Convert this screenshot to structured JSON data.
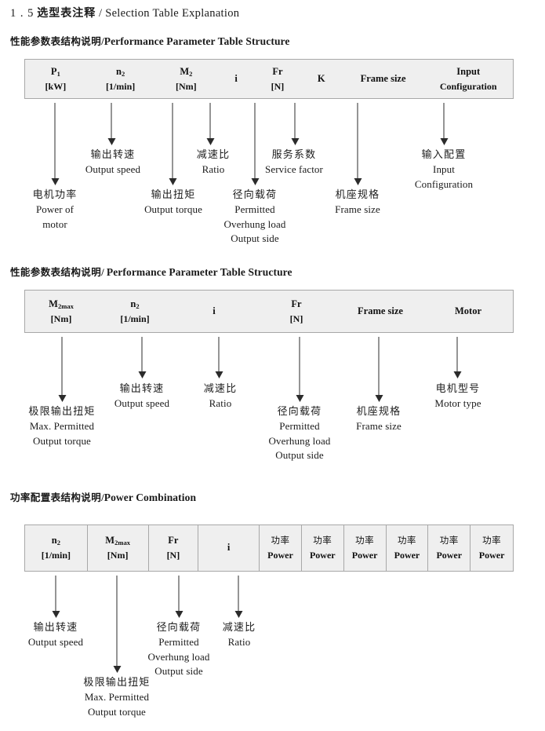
{
  "document": {
    "section_number": "1 . 5",
    "title_cn": "选型表注释",
    "title_sep": "/",
    "title_en": "Selection Table Explanation"
  },
  "sections": [
    {
      "heading_cn": "性能参数表结构说明",
      "heading_sep": "/",
      "heading_en": "Performance Parameter Table Structure",
      "table": {
        "ruled": false,
        "columns": [
          {
            "line1": "P",
            "sub1": "1",
            "line2": "[kW]"
          },
          {
            "line1": "n",
            "sub1": "2",
            "line2": "[1/min]"
          },
          {
            "line1": "M",
            "sub1": "2",
            "line2": "[Nm]"
          },
          {
            "line1": "i",
            "sub1": "",
            "line2": ""
          },
          {
            "line1": "Fr",
            "sub1": "",
            "line2": "[N]"
          },
          {
            "line1": "K",
            "sub1": "",
            "line2": ""
          },
          {
            "line1": "Frame size",
            "sub1": "",
            "line2": ""
          },
          {
            "line1": "Input",
            "sub1": "",
            "line2": "Configuration"
          }
        ]
      },
      "annotations": [
        {
          "cn": "电机功率",
          "en": [
            "Power of",
            "motor"
          ]
        },
        {
          "cn": "输出转速",
          "en": [
            "Output speed"
          ]
        },
        {
          "cn": "输出扭矩",
          "en": [
            "Output torque"
          ]
        },
        {
          "cn": "减速比",
          "en": [
            "Ratio"
          ]
        },
        {
          "cn": "径向载荷",
          "en": [
            "Permitted",
            "Overhung load",
            "Output side"
          ]
        },
        {
          "cn": "服务系数",
          "en": [
            "Service factor"
          ]
        },
        {
          "cn": "机座规格",
          "en": [
            "Frame size"
          ]
        },
        {
          "cn": "输入配置",
          "en": [
            "Input",
            "Configuration"
          ]
        }
      ]
    },
    {
      "heading_cn": "性能参数表结构说明",
      "heading_sep": "/",
      "heading_en": "Performance Parameter Table Structure",
      "table": {
        "ruled": false,
        "columns": [
          {
            "line1": "M",
            "sub1": "2max",
            "line2": "[Nm]"
          },
          {
            "line1": "n",
            "sub1": "2",
            "line2": "[1/min]"
          },
          {
            "line1": "i",
            "sub1": "",
            "line2": ""
          },
          {
            "line1": "Fr",
            "sub1": "",
            "line2": "[N]"
          },
          {
            "line1": "Frame size",
            "sub1": "",
            "line2": ""
          },
          {
            "line1": "Motor",
            "sub1": "",
            "line2": ""
          }
        ]
      },
      "annotations": [
        {
          "cn": "极限输出扭矩",
          "en": [
            "Max. Permitted",
            "Output  torque"
          ]
        },
        {
          "cn": "输出转速",
          "en": [
            "Output speed"
          ]
        },
        {
          "cn": "减速比",
          "en": [
            "Ratio"
          ]
        },
        {
          "cn": "径向载荷",
          "en": [
            "Permitted",
            "Overhung load",
            "Output side"
          ]
        },
        {
          "cn": "机座规格",
          "en": [
            "Frame size"
          ]
        },
        {
          "cn": "电机型号",
          "en": [
            "Motor type"
          ]
        }
      ]
    },
    {
      "heading_cn": "功率配置表结构说明",
      "heading_sep": "/",
      "heading_en": "Power Combination",
      "table": {
        "ruled": true,
        "columns": [
          {
            "line1": "n",
            "sub1": "2",
            "line2": "[1/min]"
          },
          {
            "line1": "M",
            "sub1": "2max",
            "line2": "[Nm]"
          },
          {
            "line1": "Fr",
            "sub1": "",
            "line2": "[N]"
          },
          {
            "line1": "i",
            "sub1": "",
            "line2": ""
          },
          {
            "cn": "功率",
            "line2": "Power"
          },
          {
            "cn": "功率",
            "line2": "Power"
          },
          {
            "cn": "功率",
            "line2": "Power"
          },
          {
            "cn": "功率",
            "line2": "Power"
          },
          {
            "cn": "功率",
            "line2": "Power"
          },
          {
            "cn": "功率",
            "line2": "Power"
          }
        ]
      },
      "annotations": [
        {
          "cn": "输出转速",
          "en": [
            "Output speed"
          ]
        },
        {
          "cn": "极限输出扭矩",
          "en": [
            "Max. Permitted",
            "Output  torque"
          ]
        },
        {
          "cn": "径向载荷",
          "en": [
            "Permitted",
            "Overhung load",
            "Output side"
          ]
        },
        {
          "cn": "减速比",
          "en": [
            "Ratio"
          ]
        }
      ]
    }
  ],
  "colors": {
    "table_fill": "#efefef",
    "table_border": "#a8a8a8",
    "arrow": "#2b2b2b",
    "text": "#1a1a1a"
  }
}
